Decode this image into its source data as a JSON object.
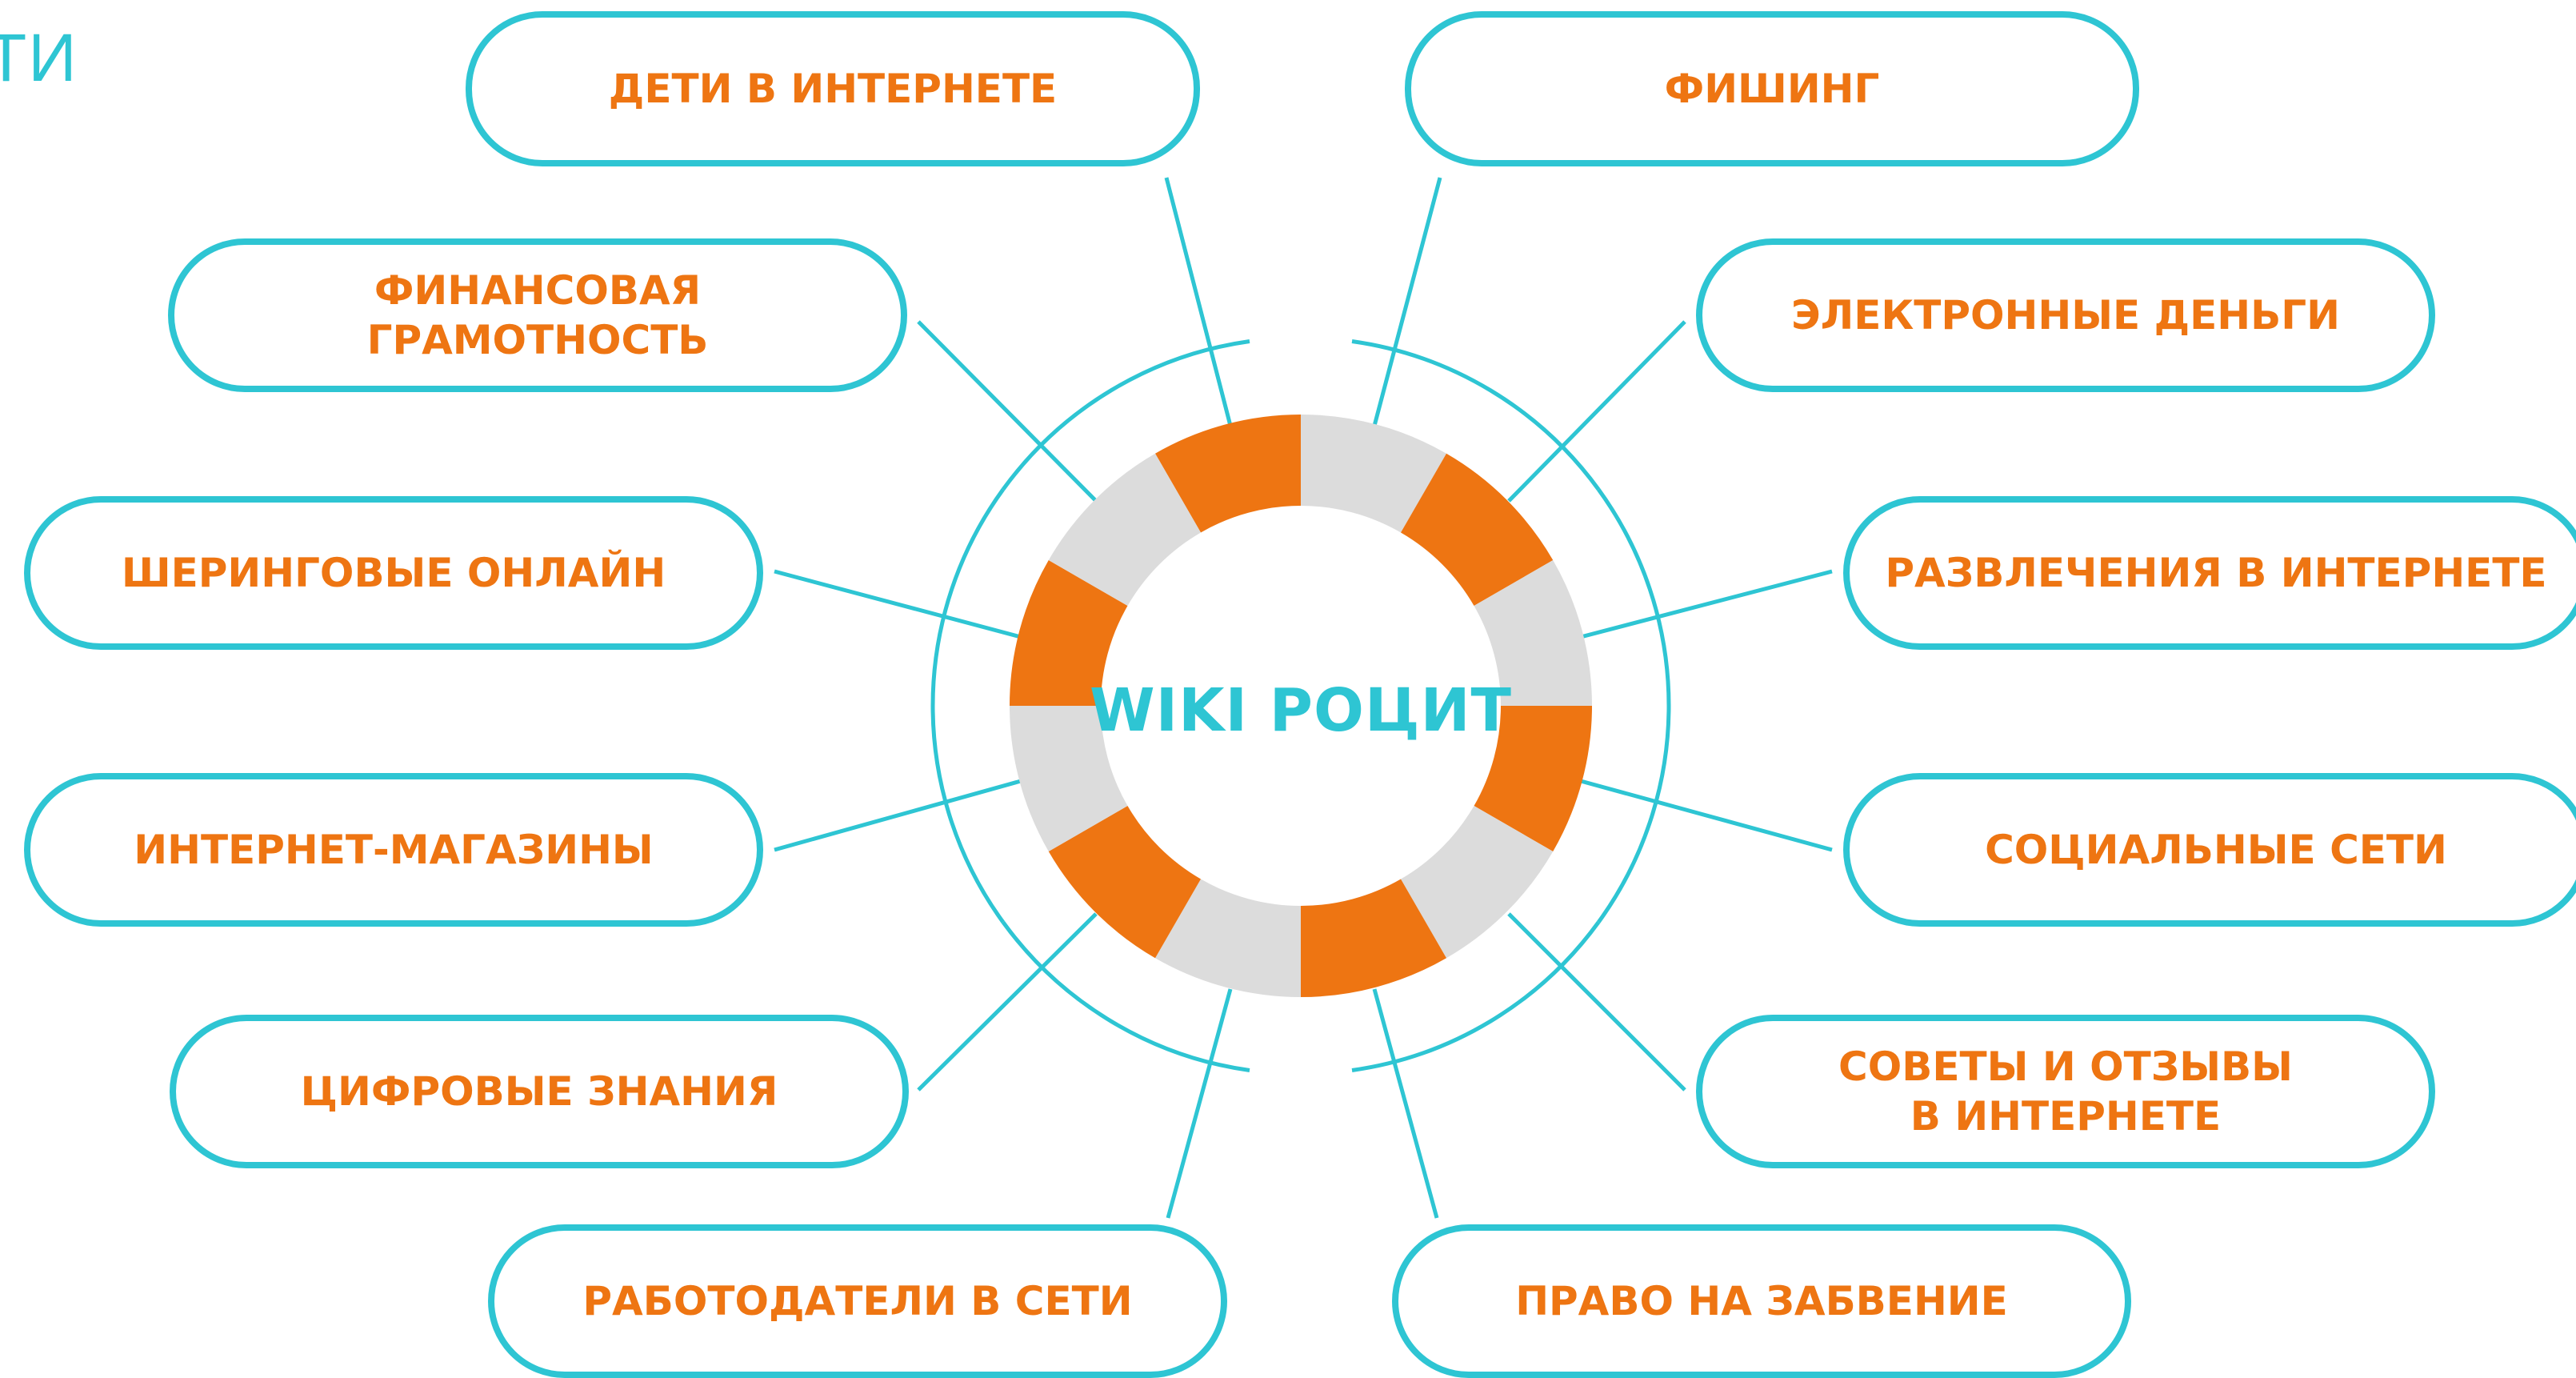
{
  "colors": {
    "accent_cyan": "#2ec5d3",
    "accent_orange": "#ee7512",
    "segment_grey": "#dcdcdc"
  },
  "header": {
    "corner_text": "ТИ"
  },
  "center": {
    "title": "WIKI РОЦИТ"
  },
  "topics": [
    {
      "label": "ДЕТИ В ИНТЕРНЕТЕ"
    },
    {
      "label": "ФИШИНГ"
    },
    {
      "label": "ФИНАНСОВАЯ ГРАМОТНОСТЬ"
    },
    {
      "label": "ЭЛЕКТРОННЫЕ ДЕНЬГИ"
    },
    {
      "label": "ШЕРИНГОВЫЕ ОНЛАЙН"
    },
    {
      "label": "РАЗВЛЕЧЕНИЯ В ИНТЕРНЕТЕ"
    },
    {
      "label": "ИНТЕРНЕТ-МАГАЗИНЫ"
    },
    {
      "label": "СОЦИАЛЬНЫЕ СЕТИ"
    },
    {
      "label": "ЦИФРОВЫЕ ЗНАНИЯ"
    },
    {
      "label_line1": "СОВЕТЫ И ОТЗЫВЫ",
      "label_line2": "В ИНТЕРНЕТЕ"
    },
    {
      "label": "РАБОТОДАТЕЛИ В СЕТИ"
    },
    {
      "label": "ПРАВО НА ЗАБВЕНИЕ"
    }
  ]
}
